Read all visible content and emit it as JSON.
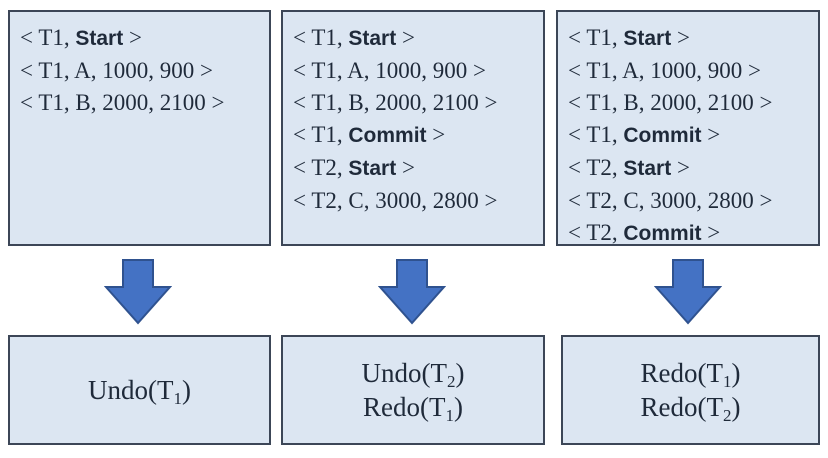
{
  "columns": [
    {
      "log": [
        {
          "tx": "T1",
          "kw": "Start"
        },
        {
          "tx": "T1",
          "fields": "A, 1000, 900"
        },
        {
          "tx": "T1",
          "fields": "B, 2000, 2100"
        }
      ],
      "actions": [
        {
          "op": "Undo",
          "tx": "T",
          "sub": "1"
        }
      ]
    },
    {
      "log": [
        {
          "tx": "T1",
          "kw": "Start"
        },
        {
          "tx": "T1",
          "fields": "A, 1000, 900"
        },
        {
          "tx": "T1",
          "fields": "B, 2000, 2100"
        },
        {
          "tx": "T1",
          "kw": "Commit"
        },
        {
          "tx": "T2",
          "kw": "Start"
        },
        {
          "tx": "T2",
          "fields": "C, 3000, 2800"
        }
      ],
      "actions": [
        {
          "op": "Undo",
          "tx": "T",
          "sub": "2"
        },
        {
          "op": "Redo",
          "tx": "T",
          "sub": "1"
        }
      ]
    },
    {
      "log": [
        {
          "tx": "T1",
          "kw": "Start"
        },
        {
          "tx": "T1",
          "fields": "A, 1000, 900"
        },
        {
          "tx": "T1",
          "fields": "B, 2000, 2100"
        },
        {
          "tx": "T1",
          "kw": "Commit"
        },
        {
          "tx": "T2",
          "kw": "Start"
        },
        {
          "tx": "T2",
          "fields": "C, 3000, 2800"
        },
        {
          "tx": "T2",
          "kw": "Commit"
        }
      ],
      "actions": [
        {
          "op": "Redo",
          "tx": "T",
          "sub": "1"
        },
        {
          "op": "Redo",
          "tx": "T",
          "sub": "2"
        }
      ]
    }
  ],
  "colors": {
    "box_fill": "#dce6f2",
    "box_border": "#3c4657",
    "arrow_fill": "#4472c4",
    "arrow_stroke": "#2f528f"
  },
  "icons": {
    "arrow": "down-arrow-icon"
  }
}
